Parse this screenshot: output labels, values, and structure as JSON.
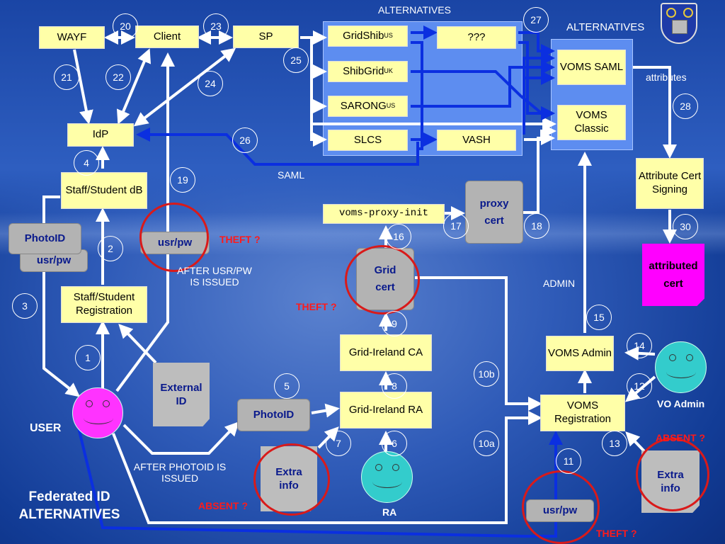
{
  "boxes": {
    "wayf": "WAYF",
    "client": "Client",
    "sp": "SP",
    "idp": "IdP",
    "gridshib": "GridShib",
    "gridshib_sup": "US",
    "shibgrid": "ShibGrid",
    "shibgrid_sup": "UK",
    "sarong": "SARONG",
    "sarong_sup": "US",
    "slcs": "SLCS",
    "unknown": "???",
    "vash": "VASH",
    "voms_saml": "VOMS SAML",
    "voms_classic": "VOMS Classic",
    "attr_cert_signing": "Attribute Cert Signing",
    "staff_db": "Staff/Student dB",
    "staff_reg": "Staff/Student Registration",
    "voms_proxy_init": "voms-proxy-init",
    "grid_ireland_ca": "Grid-Ireland CA",
    "grid_ireland_ra": "Grid-Ireland RA",
    "voms_admin": "VOMS Admin",
    "voms_registration": "VOMS Registration"
  },
  "grey": {
    "proxy_cert": "proxy cert",
    "grid_cert": "Grid cert",
    "usr_pw_client": "usr/pw",
    "photoid_left": "PhotoID",
    "usr_pw_left": "usr/pw",
    "photoid_mid": "PhotoID",
    "usr_pw_bottom": "usr/pw"
  },
  "notes": {
    "external_id": "External ID",
    "extra_info_left": "Extra info",
    "extra_info_right": "Extra info",
    "attributed_cert": "attributed cert"
  },
  "labels": {
    "alternatives_top": "ALTERNATIVES",
    "alternatives_right": "ALTERNATIVES",
    "attributes": "attributes",
    "saml": "SAML",
    "admin": "ADMIN",
    "after_usrpw": "AFTER USR/PW IS ISSUED",
    "after_photoid": "AFTER PHOTOID IS ISSUED",
    "user": "USER",
    "vo_admin": "VO Admin",
    "ra": "RA",
    "federated": "Federated ID ALTERNATIVES"
  },
  "red": {
    "theft_usrpw": "THEFT ?",
    "theft_cert": "THEFT ?",
    "theft_bottom": "THEFT ?",
    "absent_left": "ABSENT ?",
    "absent_right": "ABSENT ?"
  },
  "numbers": {
    "n1": "1",
    "n2": "2",
    "n3": "3",
    "n4": "4",
    "n5": "5",
    "n6": "6",
    "n7": "7",
    "n8": "8",
    "n9": "9",
    "n10a": "10a",
    "n10b": "10b",
    "n11": "11",
    "n12": "12",
    "n13": "13",
    "n14": "14",
    "n15": "15",
    "n16": "16",
    "n17": "17",
    "n18": "18",
    "n19": "19",
    "n20": "20",
    "n21": "21",
    "n22": "22",
    "n23": "23",
    "n24": "24",
    "n25": "25",
    "n26": "26",
    "n27": "27",
    "n28": "28",
    "n30": "30"
  },
  "colors": {
    "box_fill": "#ffffa8",
    "grey_fill": "#b3b3b3",
    "alt_panel": "#5d8df0",
    "blue_arrow": "#0b2fe0",
    "white_arrow": "#ffffff",
    "theft_red": "#ff1a1a",
    "user_face": "#ff33ff",
    "ra_face": "#33cccc",
    "attributed_cert": "#ff00ff"
  }
}
